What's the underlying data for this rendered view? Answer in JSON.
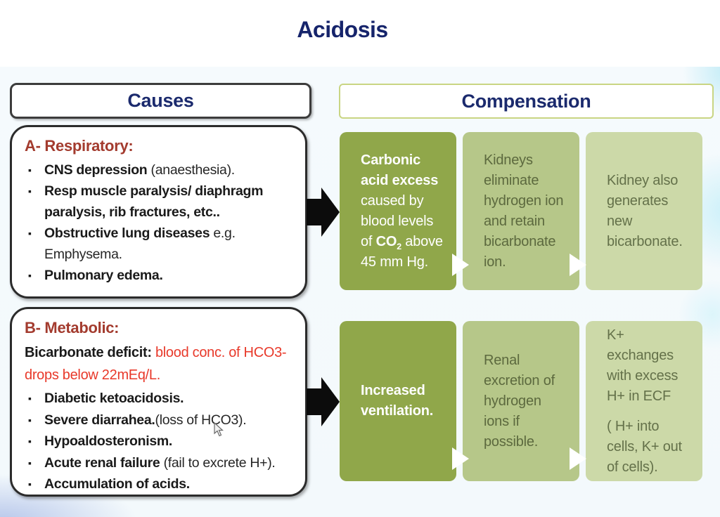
{
  "title": "Acidosis",
  "causes": {
    "header": "Causes",
    "respiratory": {
      "heading": "A- Respiratory:",
      "bullets": [
        {
          "bold": "CNS depression",
          "rest": " (anaesthesia)."
        },
        {
          "bold": "Resp muscle paralysis/ diaphragm paralysis, rib fractures, etc..",
          "rest": ""
        },
        {
          "bold": "Obstructive lung diseases",
          "rest": " e.g. Emphysema."
        },
        {
          "bold": "Pulmonary edema.",
          "rest": ""
        }
      ]
    },
    "metabolic": {
      "heading": "B- Metabolic:",
      "intro_bold": "Bicarbonate deficit:",
      "intro_red": " blood conc. of HCO3- drops below 22mEq/L.",
      "bullets": [
        {
          "bold": "Diabetic ketoacidosis.",
          "rest": ""
        },
        {
          "bold": "Severe diarrahea.",
          "rest": "(loss of HCO3)."
        },
        {
          "bold": "Hypoaldosteronism.",
          "rest": ""
        },
        {
          "bold": "Acute renal failure",
          "rest": " (fail to excrete H+)."
        },
        {
          "bold": "Accumulation of acids.",
          "rest": ""
        }
      ]
    }
  },
  "compensation": {
    "header": "Compensation",
    "respiratory_row": {
      "step1": {
        "bold": "Carbonic acid excess",
        "mid": " caused by blood levels of ",
        "co2_base": "CO",
        "co2_sub": "2",
        "end": " above 45 mm Hg."
      },
      "step2": "Kidneys eliminate hydrogen ion and retain bicarbonate ion.",
      "step3": "Kidney also generates new bicarbonate."
    },
    "metabolic_row": {
      "step1": "Increased ventilation.",
      "step2": "Renal excretion of hydrogen ions if possible.",
      "step3_para1": "K+ exchanges with excess H+ in ECF",
      "step3_para2": "( H+ into cells, K+ out of cells)."
    }
  },
  "colors": {
    "heading_navy": "#16246b",
    "section_red_brown": "#a33b2e",
    "alert_red": "#e8392a",
    "green_dark": "#90a74a",
    "green_mid": "#b6c789",
    "green_light": "#ccd9a8",
    "olive_text": "#5c693e",
    "comp_border_green": "#c9d583"
  }
}
